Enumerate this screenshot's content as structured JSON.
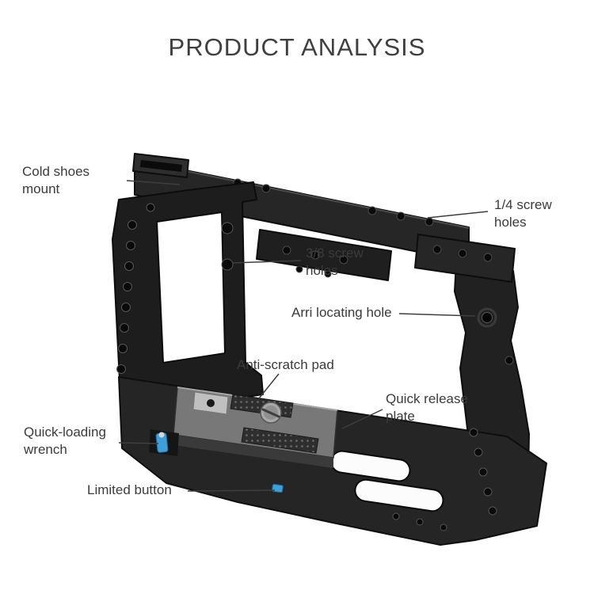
{
  "title": "PRODUCT ANALYSIS",
  "colors": {
    "cage_dark": "#1e1e1e",
    "plate_gray": "#787878",
    "accent_blue": "#3e9fd9",
    "text": "#3b3b3b",
    "background": "#ffffff"
  },
  "callouts": {
    "cold_shoes_mount": "Cold shoes mount",
    "quarter_screw_holes": "1/4 screw holes",
    "three_eighths_screw_holes": "3/8 screw holes",
    "arri_locating_hole": "Arri locating hole",
    "anti_scratch_pad": "Anti-scratch pad",
    "quick_release_plate": "Quick release plate",
    "quick_loading_wrench": "Quick-loading wrench",
    "limited_button": "Limited button"
  }
}
